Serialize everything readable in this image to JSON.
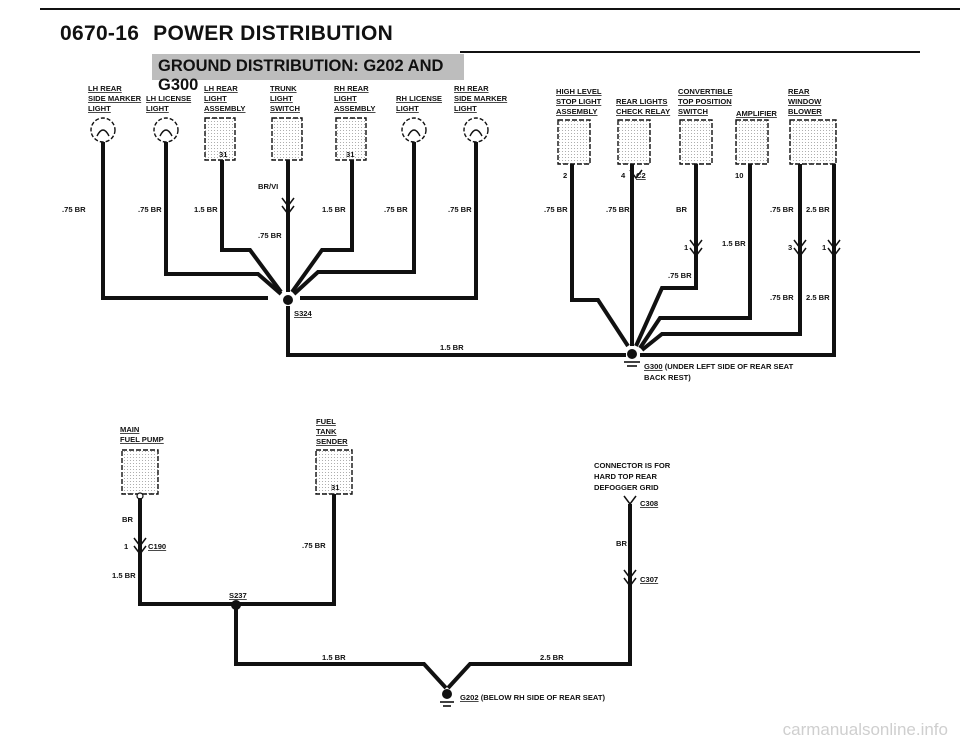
{
  "header": {
    "section": "0670-16",
    "title": "POWER DISTRIBUTION",
    "banner": "GROUND DISTRIBUTION: G202 AND G300"
  },
  "components_top": [
    {
      "l1": "LH REAR",
      "l2": "SIDE MARKER",
      "l3": "LIGHT"
    },
    {
      "l1": "LH LICENSE",
      "l2": "LIGHT"
    },
    {
      "l1": "LH REAR",
      "l2": "LIGHT",
      "l3": "ASSEMBLY"
    },
    {
      "l1": "TRUNK",
      "l2": "LIGHT",
      "l3": "SWITCH"
    },
    {
      "l1": "RH REAR",
      "l2": "LIGHT",
      "l3": "ASSEMBLY"
    },
    {
      "l1": "RH LICENSE",
      "l2": "LIGHT"
    },
    {
      "l1": "RH REAR",
      "l2": "SIDE MARKER",
      "l3": "LIGHT"
    },
    {
      "l1": "HIGH LEVEL",
      "l2": "STOP LIGHT",
      "l3": "ASSEMBLY"
    },
    {
      "l1": "REAR LIGHTS",
      "l2": "CHECK RELAY"
    },
    {
      "l1": "CONVERTIBLE",
      "l2": "TOP POSITION",
      "l3": "SWITCH"
    },
    {
      "l1": "AMPLIFIER"
    },
    {
      "l1": "REAR",
      "l2": "WINDOW",
      "l3": "BLOWER"
    }
  ],
  "pins": {
    "p31a": "31",
    "p31b": "31",
    "p2": "2",
    "p4": "4",
    "c2": "C2",
    "p10": "10",
    "p1a": "1",
    "p3": "3",
    "p1b": "1",
    "p31c": "31",
    "p1c": "1"
  },
  "wires": {
    "w75br": ".75 BR",
    "w15br": "1.5 BR",
    "w25br": "2.5 BR",
    "wbrvi": "BR/VI",
    "wbr": "BR"
  },
  "splices": {
    "s324": "S324",
    "s237": "S237"
  },
  "grounds": {
    "g300": "G300",
    "g300_note1": "(UNDER LEFT SIDE OF REAR SEAT",
    "g300_note2": "BACK REST)",
    "g202": "G202",
    "g202_note": "(BELOW RH SIDE OF REAR SEAT)"
  },
  "components_bottom": {
    "pump_l1": "MAIN",
    "pump_l2": "FUEL PUMP",
    "sender_l1": "FUEL",
    "sender_l2": "TANK",
    "sender_l3": "SENDER"
  },
  "connectors": {
    "c190": "C190",
    "c308": "C308",
    "c307": "C307"
  },
  "note": {
    "l1": "CONNECTOR IS FOR",
    "l2": "HARD TOP REAR",
    "l3": "DEFOGGER GRID"
  },
  "watermark": "carmanualsonline.info"
}
